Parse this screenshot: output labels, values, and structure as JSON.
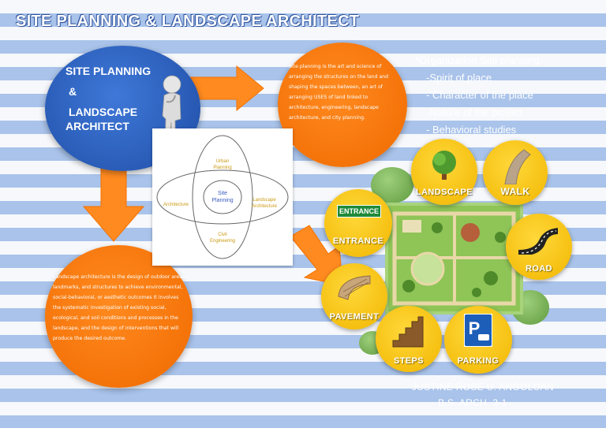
{
  "title": "SITE PLANNING & LANDSCAPE ARCHITECT",
  "main_circle": {
    "line1": "SITE PLANNING",
    "line2": "&",
    "line3": "LANDSCAPE",
    "line4": "ARCHITECT"
  },
  "site_planning_definition": "Site planning is the art and science of arranging the structures on the land and shaping the spaces between, an art of arranging USES of land linked to architecture, engineering, landscape architecture, and city planning.",
  "landscape_definition": "Landscape architecture is the design of outdoor areas, landmarks, and structures to achieve environmental, social-behavioral, or aesthetic outcomes It involves the systematic investigation of existing social, ecological, and soil conditions and processes in the landscape, and the design of interventions that will produce the desired outcome.",
  "organization": {
    "heading": "*Organization Site planning",
    "items": [
      "-Spirit of place",
      "- Character of the place",
      "-Nature of the project",
      "- Behavioral studies"
    ]
  },
  "venn": {
    "center": [
      "Site",
      "Planning"
    ],
    "top": [
      "Urban",
      "Planning"
    ],
    "left": [
      "Architecture"
    ],
    "right": [
      "Landscape",
      "Architecture"
    ],
    "bottom": [
      "Civil",
      "Engineering"
    ]
  },
  "elements": {
    "landscape": "LANDSCAPE",
    "walk": "WALK",
    "entrance_sign": "ENTRANCE",
    "entrance": "ENTRANCE",
    "road": "ROAD",
    "pavement": "PAVEMENT",
    "steps": "STEPS",
    "parking": "PARKING"
  },
  "author": {
    "name": "JUSTINE ROSE U. ANGOLUAN",
    "course": "B.S. ARCH. 3-1"
  },
  "colors": {
    "blue": "#1f4ea6",
    "orange": "#f06a00",
    "gold": "#f1b600",
    "stripe": "#a9c3ea"
  }
}
